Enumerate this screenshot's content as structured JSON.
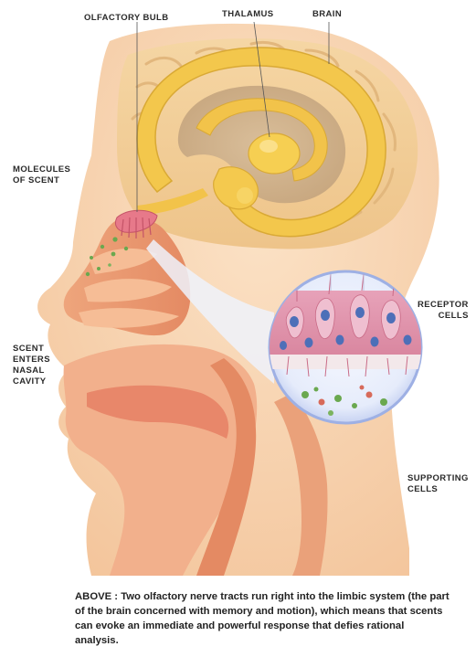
{
  "labels": {
    "olfactory_bulb": "OLFACTORY BULB",
    "thalamus": "THALAMUS",
    "brain": "BRAIN",
    "molecules_of_scent": "MOLECULES\nOF SCENT",
    "receptor_cells": "RECEPTOR\nCELLS",
    "scent_enters_nasal_cavity": "SCENT\nENTERS\nNASAL\nCAVITY",
    "supporting_cells": "SUPPORTING\nCELLS"
  },
  "caption": "ABOVE : Two olfactory nerve tracts run right into the limbic system (the part of the brain concerned with memory and motion), which means that scents can evoke an immediate and powerful response that defies rational analysis."
}
